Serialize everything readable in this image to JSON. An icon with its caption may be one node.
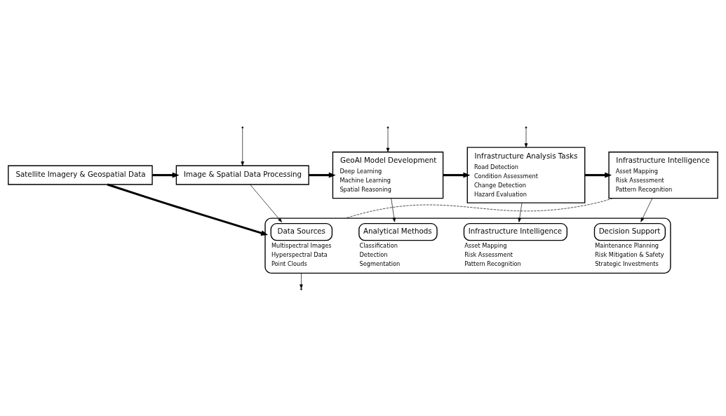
{
  "diagram": {
    "nodes": [
      {
        "text": [
          "Satellite Imagery & Geospatial Data"
        ]
      },
      {
        "text": [
          "Image & Spatial Data Processing"
        ]
      },
      {
        "text": [
          "GeoAI Model Development",
          "Deep Learning",
          "Machine Learning",
          "Spatial Reasoning"
        ]
      },
      {
        "text": [
          "Infrastructure Analysis Tasks",
          "Road Detection",
          "Condition Assessment",
          "Change Detection",
          "Hazard Evaluation"
        ]
      },
      {
        "text": [
          "Infrastructure Intelligence",
          "Asset Mapping",
          "Risk Assessment",
          "Pattern Recognition"
        ]
      },
      {
        "text": [],
        "shape": "box"
      },
      {
        "text": [
          "Data Sources"
        ],
        "in": 5,
        "beside": [
          "Multispectral Images",
          "Hyperspectral Data",
          "Point Clouds"
        ]
      },
      {
        "text": [
          "Analytical Methods"
        ],
        "in": 5,
        "beside": [
          "Classification",
          "Detection",
          "Segmentation"
        ]
      },
      {
        "text": [
          "Infrastructure Intelligence"
        ],
        "in": 5,
        "beside": [
          "Asset Mapping",
          "Risk Assessment",
          "Pattern Recognition"
        ]
      },
      {
        "text": [
          "Decision Support"
        ],
        "in": 5,
        "beside": [
          "Maintenance Planning",
          "Risk Mitigation & Safety",
          "Strategic Investments"
        ]
      }
    ],
    "edges": [
      {
        "from": 0,
        "to": 1,
        "arrow": "to",
        "style": "thick"
      },
      {
        "from": 1,
        "to": 2,
        "arrow": "to",
        "style": "thick"
      },
      {
        "from": 2,
        "to": 3,
        "arrow": "to",
        "style": "thick"
      },
      {
        "from": 3,
        "to": 4,
        "arrow": "to",
        "style": "thick"
      },
      {
        "from": null,
        "to": 1,
        "arrow": "to"
      },
      {
        "from": null,
        "to": 2,
        "arrow": "to"
      },
      {
        "from": null,
        "to": 3,
        "arrow": "to"
      },
      {
        "from": 0,
        "to": 5,
        "arrow": "to",
        "style": "thick"
      },
      {
        "from": 1,
        "to": 6,
        "arrow": "to"
      },
      {
        "from": 2,
        "to": 7,
        "arrow": "to"
      },
      {
        "from": 3,
        "to": 8,
        "arrow": "to"
      },
      {
        "from": 4,
        "to": 9,
        "arrow": "to"
      },
      {
        "from": 4,
        "to": 5,
        "arrow": "none",
        "style": "dashed"
      },
      {
        "from": 5,
        "to": null,
        "arrow": "to"
      }
    ]
  }
}
